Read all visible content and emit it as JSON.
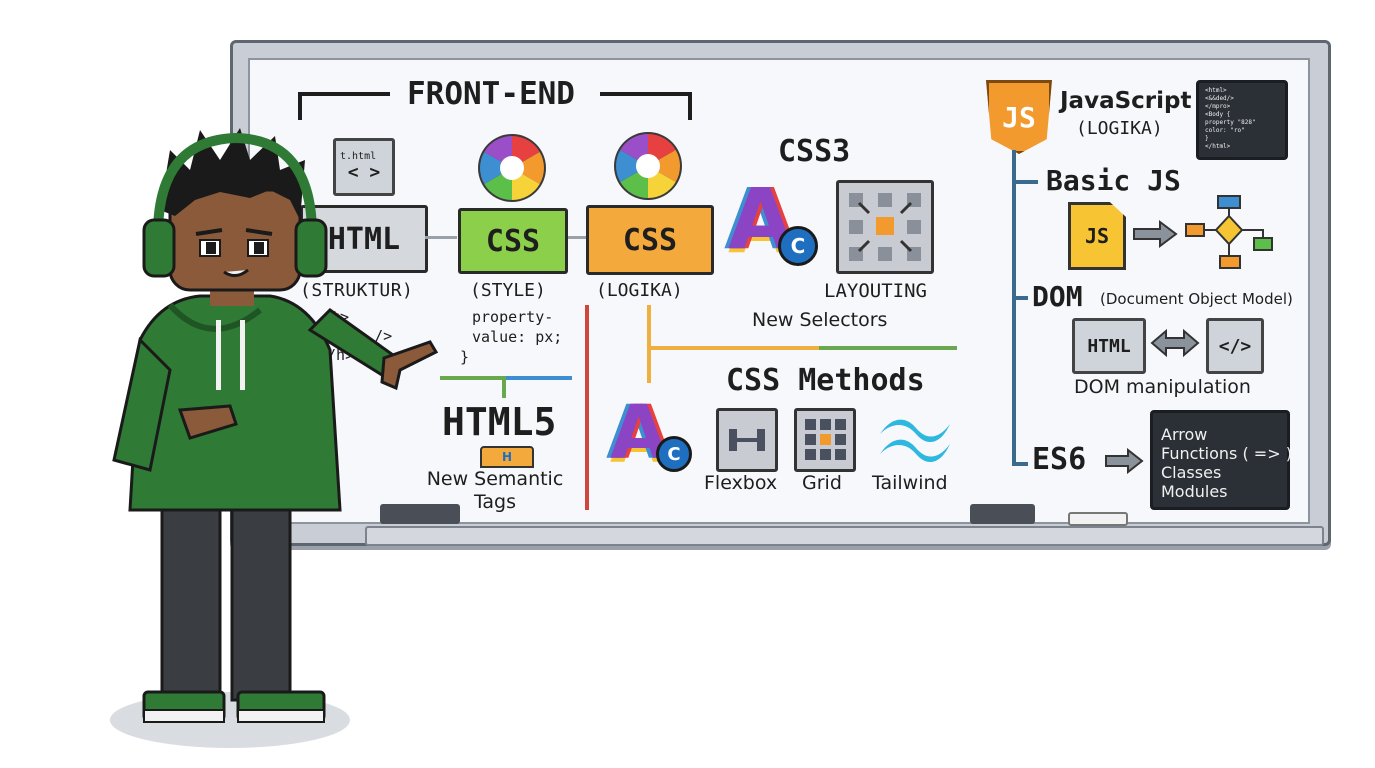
{
  "header": {
    "title": "FRONT-END"
  },
  "html_box": {
    "file_tab": "t.html",
    "file_glyph": "< >",
    "label": "HTML",
    "sub": "(STRUKTUR)",
    "code_lines": [
      "<t>",
      "<c. />",
      "</h>"
    ]
  },
  "css_style_box": {
    "label": "CSS",
    "sub": "(STYLE)",
    "code_lines": [
      "property-",
      "value: px;",
      "}"
    ]
  },
  "css_logic_box": {
    "label": "CSS",
    "sub": "(LOGIKA)"
  },
  "css3": {
    "title": "CSS3",
    "icon_letter": "A",
    "icon_badge": "C",
    "layouting_label": "LAYOUTING",
    "selectors_label": "New Selectors"
  },
  "html5": {
    "title": "HTML5",
    "badge": "H",
    "caption_line1": "New Semantic",
    "caption_line2": "Tags"
  },
  "css_methods": {
    "title": "CSS Methods",
    "icon_letter": "A",
    "icon_badge": "C",
    "items": [
      "Flexbox",
      "Grid",
      "Tailwind"
    ]
  },
  "javascript": {
    "logo": "JS",
    "title": "JavaScript",
    "sub": "(LOGIKA)",
    "code_lines": [
      "<html>",
      "<&&ded/>",
      "</mpro>",
      "<Body {",
      "property \"828\"",
      "color: \"ro\"",
      "}",
      "</html>"
    ]
  },
  "basic_js": {
    "title": "Basic JS",
    "file_label": "JS"
  },
  "dom": {
    "title": "DOM",
    "full": "(Document Object Model)",
    "html_label": "HTML",
    "code_glyph": "</>",
    "caption": "DOM manipulation"
  },
  "es6": {
    "title": "ES6",
    "items": [
      "Arrow",
      "Functions ( => )",
      "Classes",
      "Modules"
    ]
  },
  "colors": {
    "css_green": "#8ccf4b",
    "css_orange": "#f3a93b",
    "html_gray": "#d5d9de",
    "line_red": "#d0463c",
    "line_orange": "#f0b040",
    "line_green": "#6aa84f",
    "line_blue": "#3d8fd1",
    "js_yellow": "#f7c534",
    "js_orange": "#f29a2e",
    "hoodie_green": "#2f7a34"
  }
}
